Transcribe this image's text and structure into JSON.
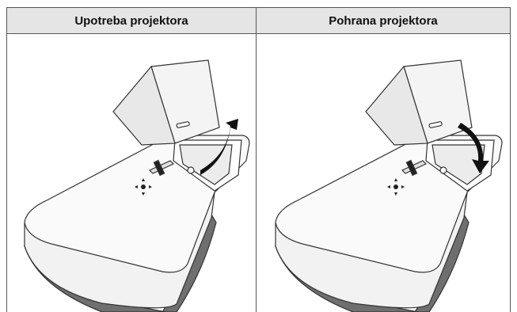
{
  "table": {
    "columns": [
      {
        "title": "Upotreba projektora",
        "arrow": "up",
        "illustration": "projector-lid-open"
      },
      {
        "title": "Pohrana projektora",
        "arrow": "down",
        "illustration": "projector-lid-closed"
      }
    ]
  }
}
